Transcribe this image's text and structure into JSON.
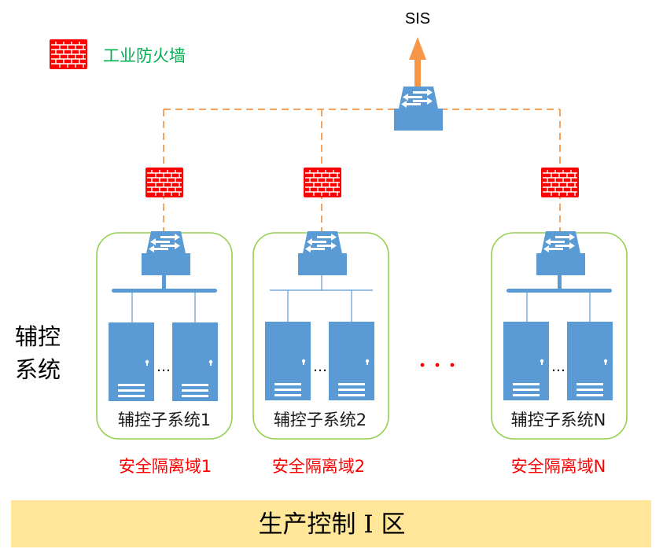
{
  "legend": {
    "icon": "firewall-icon",
    "label": "工业防火墙"
  },
  "top": {
    "label": "SIS",
    "arrow_icon": "upward-arrow-icon",
    "switch_icon": "core-switch-icon"
  },
  "side_label": {
    "line1": "辅控",
    "line2": "系统"
  },
  "subsystems": [
    {
      "name": "辅控子系统1",
      "zone": "安全隔离域1"
    },
    {
      "name": "辅控子系统2",
      "zone": "安全隔离域2"
    },
    {
      "name": "辅控子系统N",
      "zone": "安全隔离域N"
    }
  ],
  "server_gap_label": "…",
  "between_groups_label": "· · ·",
  "bottom_band": {
    "label": "生产控制 I 区"
  },
  "colors": {
    "switch_blue": "#5b9bd5",
    "firewall_red": "#ff0000",
    "dashed_link": "#f4a460",
    "arrow_orange": "#f79646",
    "group_border": "#92d050",
    "legend_green": "#00b050",
    "zone_red": "#ff0000",
    "band_fill": "#ffe699"
  }
}
